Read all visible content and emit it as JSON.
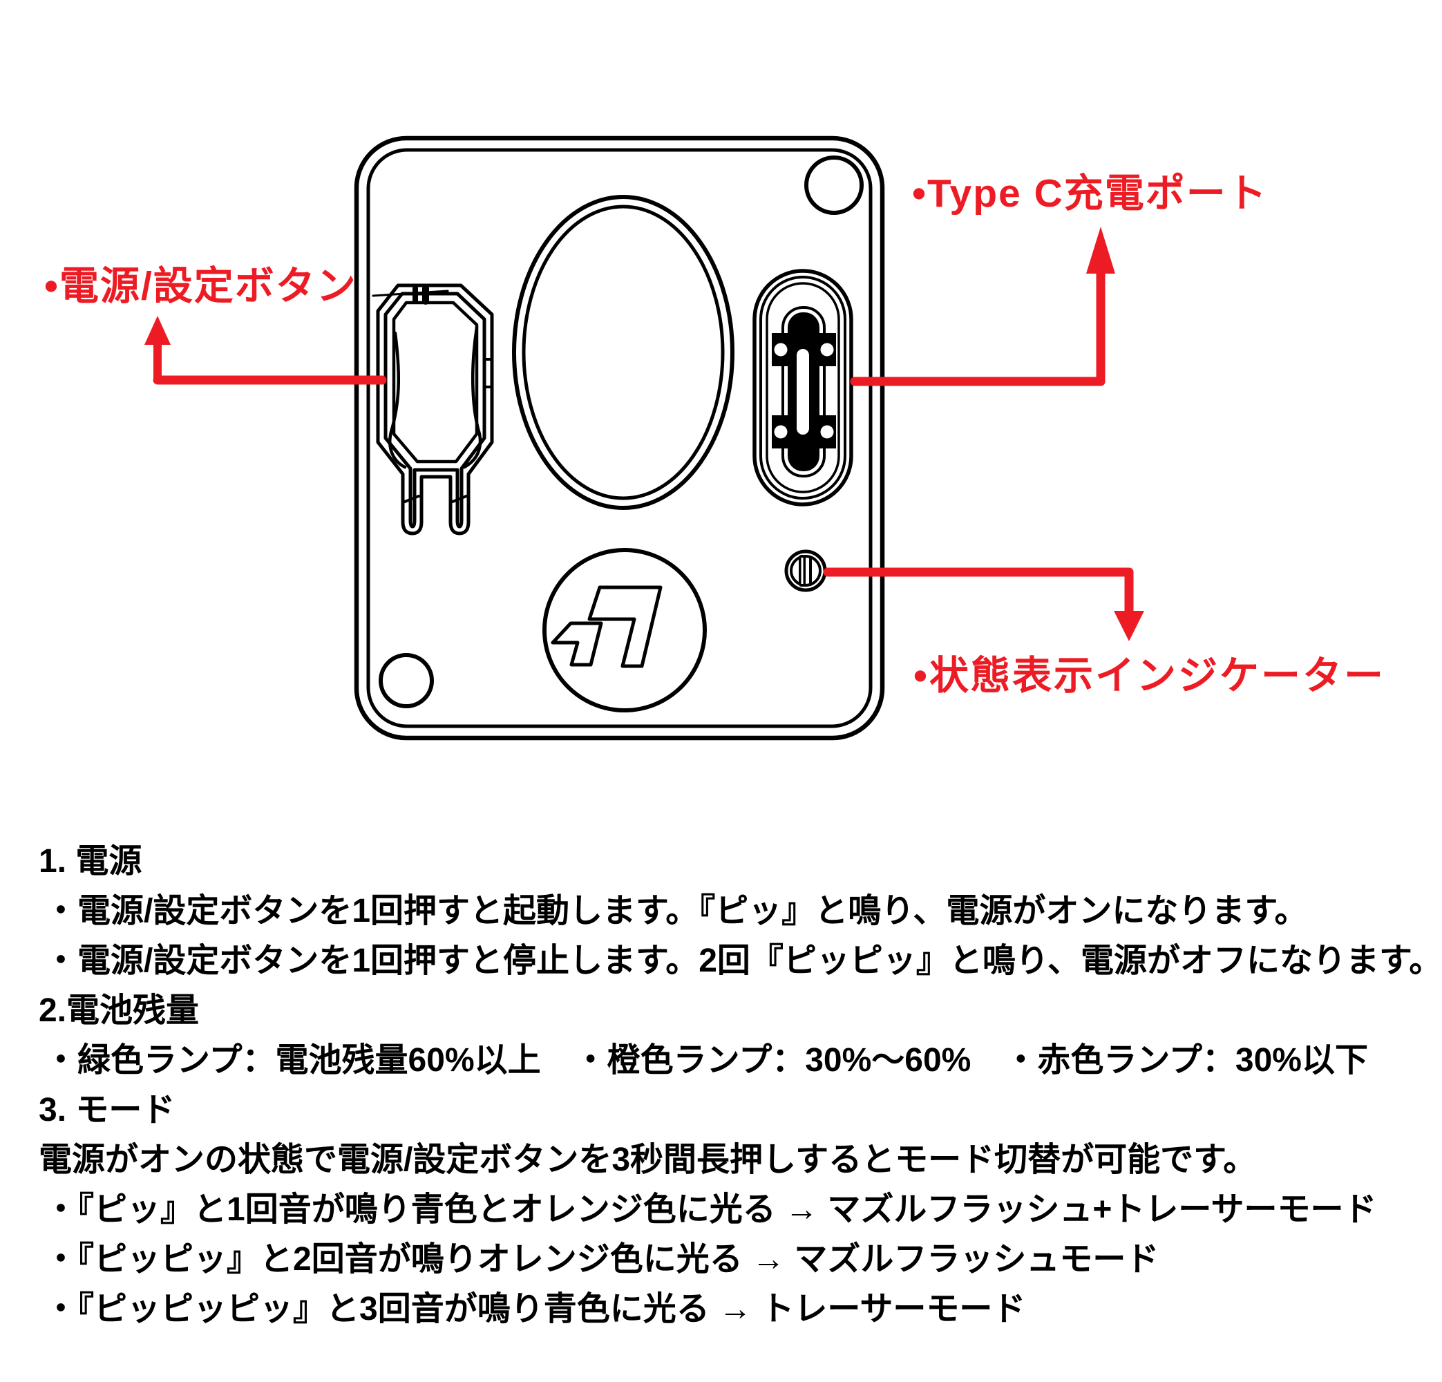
{
  "colors": {
    "annotation_red": "#ED1C24",
    "line_art_black": "#000000",
    "background": "#FFFFFF"
  },
  "labels": {
    "power_button": "•電源/設定ボタン",
    "typec_port": "•Type C充電ポート",
    "status_indicator": "•状態表示インジケーター"
  },
  "diagram": {
    "parts": [
      "device-body-outline",
      "screw-hole-top-right-icon",
      "screw-hole-bottom-left-icon",
      "center-lens-oval",
      "power-button-cutout-icon",
      "usb-c-port-icon",
      "brand-logo-icon",
      "status-led-icon",
      "power-button-arrow",
      "typec-port-arrow",
      "status-indicator-arrow"
    ]
  },
  "instructions": {
    "lines": [
      "1. 電源",
      "・電源/設定ボタンを1回押すと起動します。『ピッ』と鳴り、電源がオンになります。",
      "・電源/設定ボタンを1回押すと停止します。2回『ピッピッ』と鳴り、電源がオフになります。",
      "2.電池残量",
      "・緑色ランプ：電池残量60%以上　・橙色ランプ：30%〜60%　・赤色ランプ：30%以下",
      "3. モード",
      "電源がオンの状態で電源/設定ボタンを3秒間長押しするとモード切替が可能です。",
      "・『ピッ』と1回音が鳴り青色とオレンジ色に光る → マズルフラッシュ+トレーサーモード",
      "・『ピッピッ』と2回音が鳴りオレンジ色に光る → マズルフラッシュモード",
      "・『ピッピッピッ』と3回音が鳴り青色に光る → トレーサーモード"
    ]
  }
}
